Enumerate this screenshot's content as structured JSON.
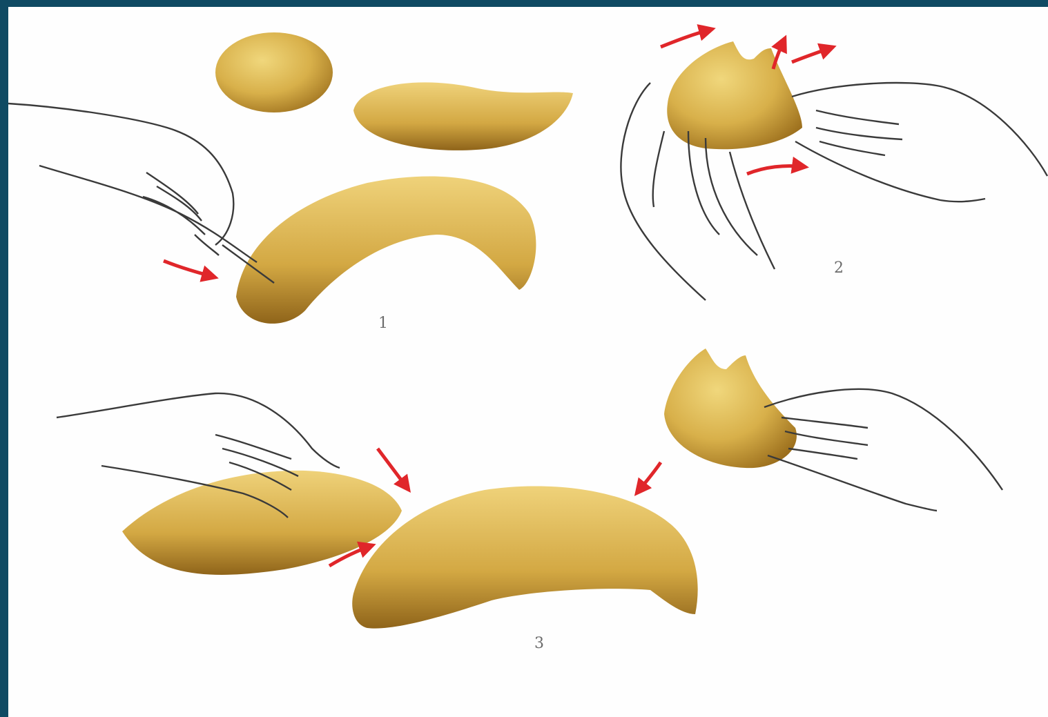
{
  "figure": {
    "background_color": "#0f4a63",
    "paper_color": "#fefefe",
    "clay_color": "#d8b04a",
    "clay_shadow": "#9b6e1c",
    "arrow_color": "#e0262a",
    "line_color": "#3a3a3a",
    "step_labels": [
      "1",
      "2",
      "3"
    ]
  }
}
